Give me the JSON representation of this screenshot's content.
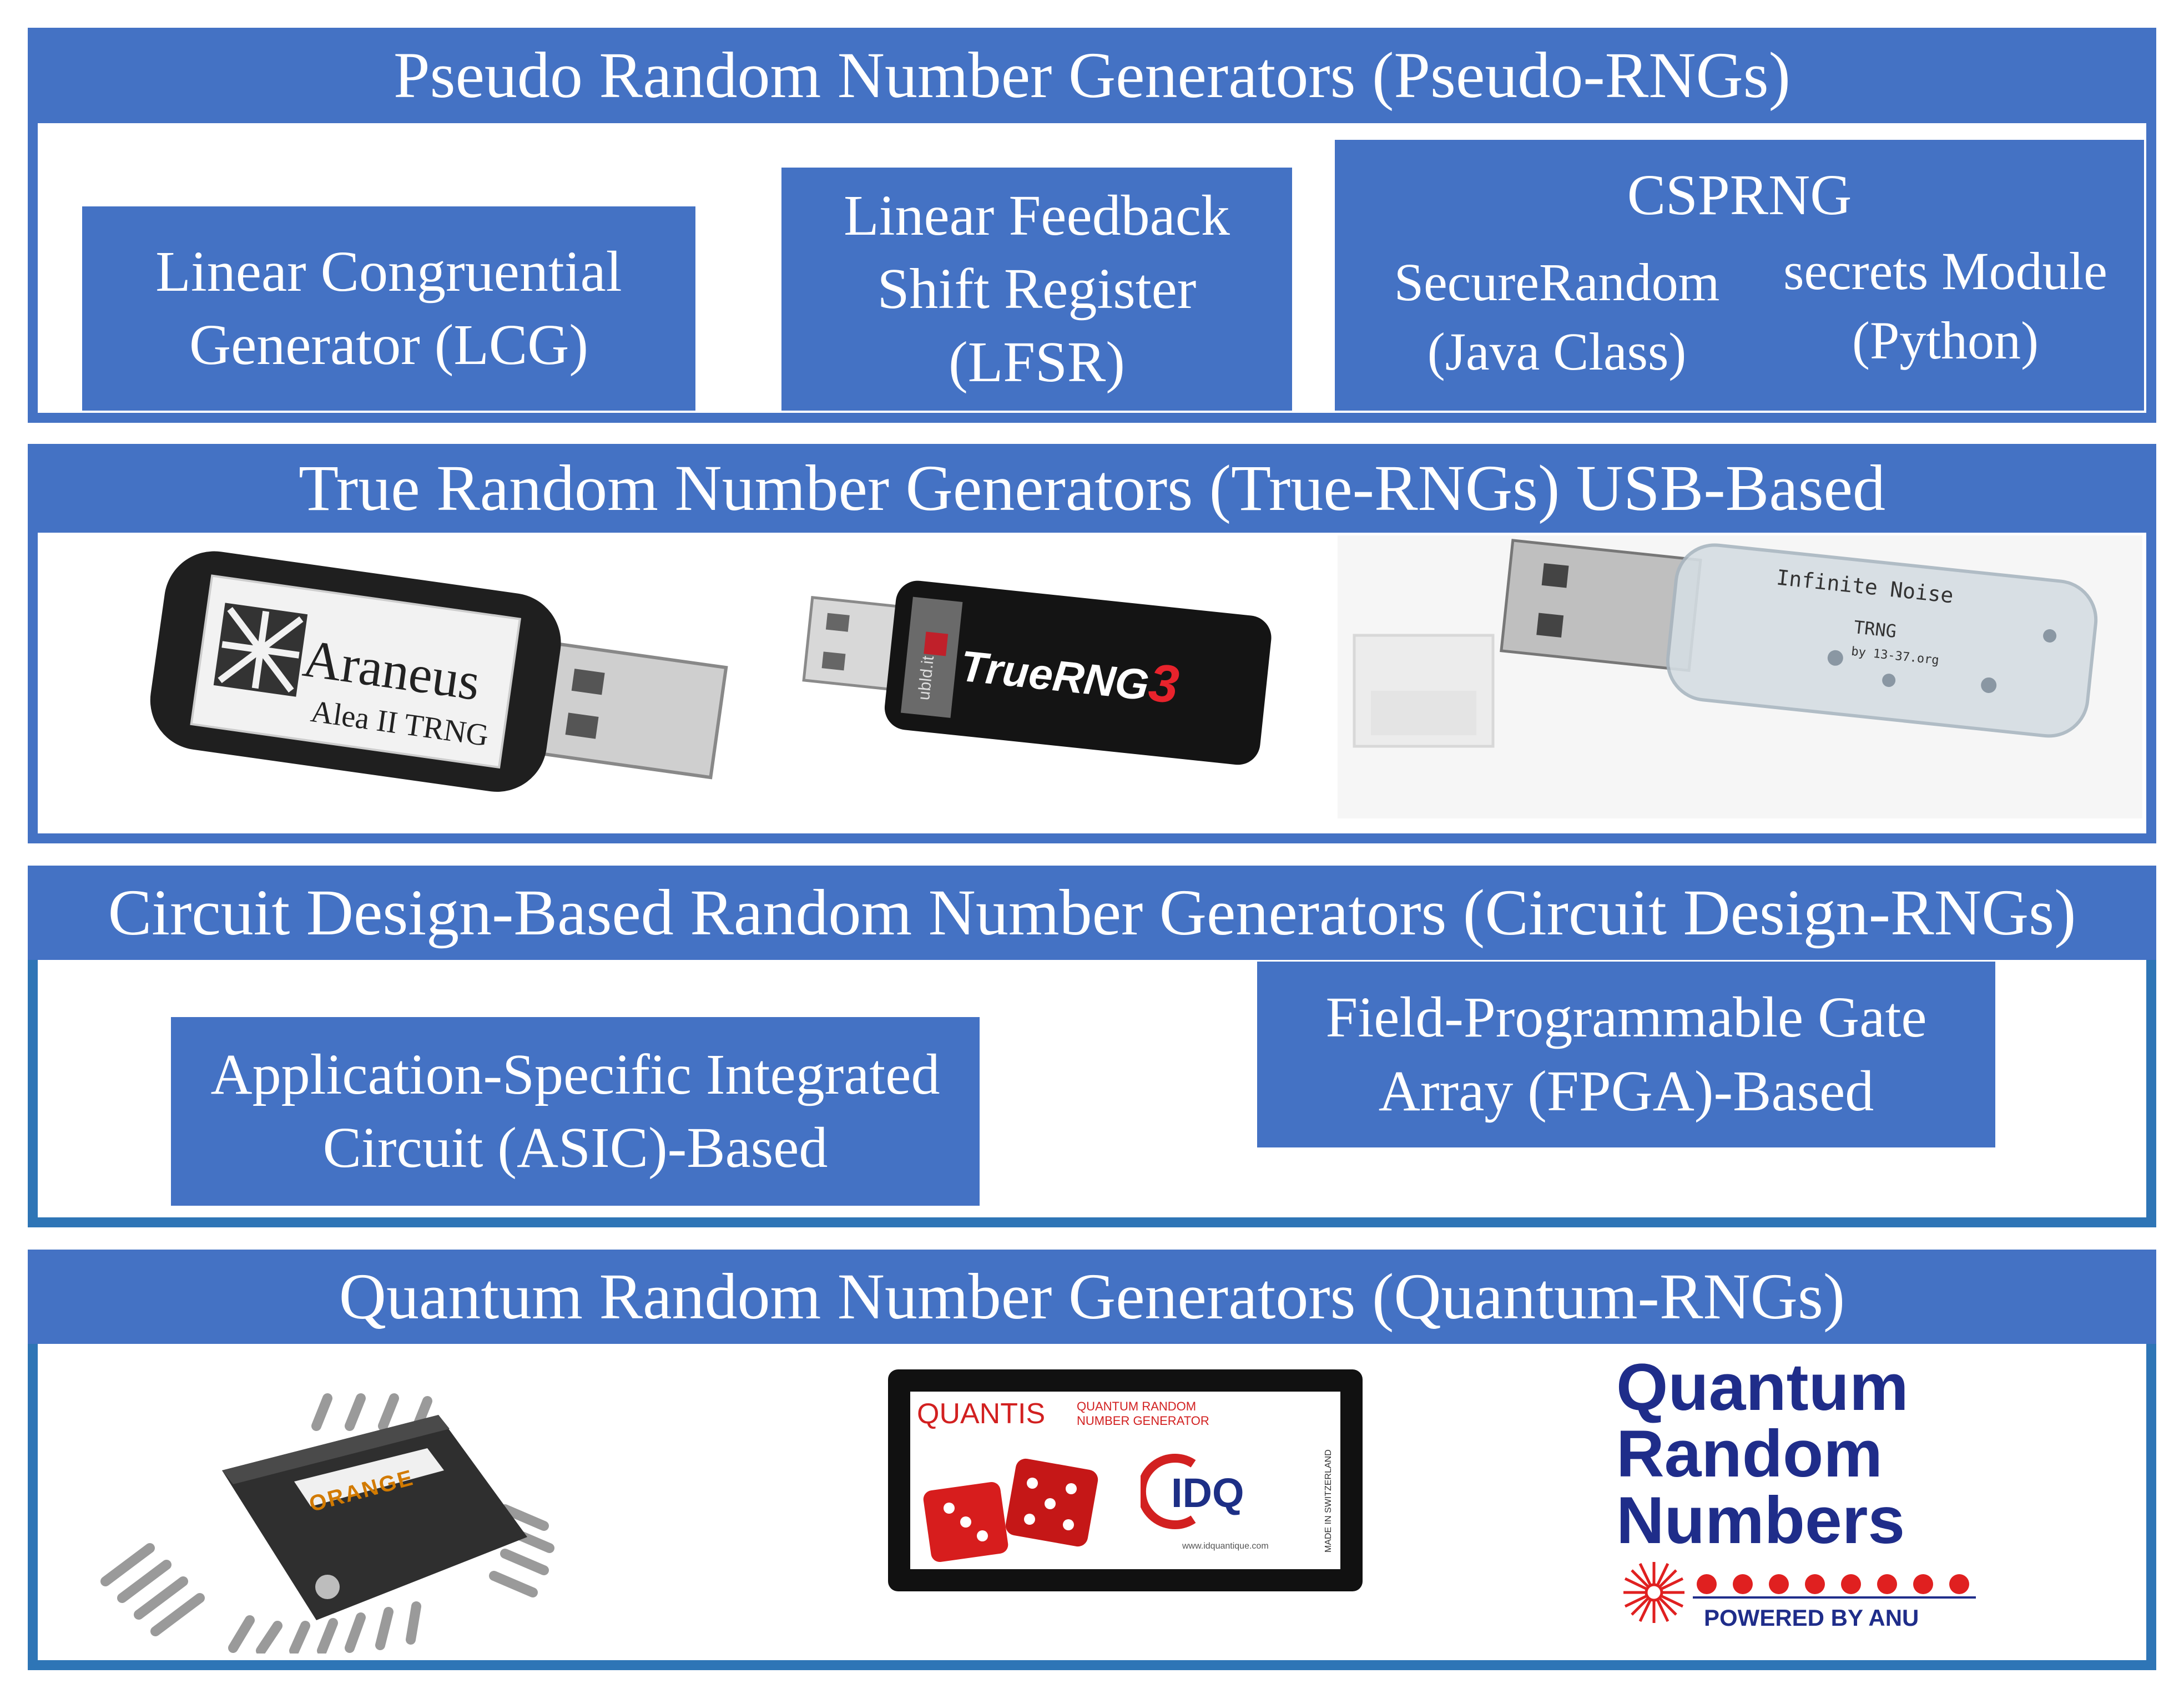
{
  "sections": {
    "pseudo": {
      "title": "Pseudo Random Number Generators (Pseudo-RNGs)",
      "lcg": {
        "line1": "Linear Congruential",
        "line2": "Generator (LCG)"
      },
      "lfsr": {
        "line1": "Linear Feedback",
        "line2": "Shift Register",
        "line3": "(LFSR)"
      },
      "csprng": {
        "title": "CSPRNG",
        "secure_random": {
          "line1": "SecureRandom",
          "line2": "(Java Class)"
        },
        "secrets": {
          "line1": "secrets Module",
          "line2": "(Python)"
        }
      }
    },
    "true": {
      "title": "True Random Number Generators (True-RNGs) USB-Based",
      "devices": {
        "araneus": {
          "brand": "Araneus",
          "model": "Alea II TRNG"
        },
        "truerng": {
          "maker": "ubld.it",
          "name": "TrueRNG",
          "version": "3"
        },
        "infinite_noise": {
          "line1": "Infinite Noise",
          "line2": "TRNG",
          "line3": "by 13-37.org"
        }
      }
    },
    "circuit": {
      "title": "Circuit Design-Based Random Number Generators (Circuit Design-RNGs)",
      "asic": {
        "line1": "Application-Specific Integrated",
        "line2": "Circuit (ASIC)-Based"
      },
      "fpga": {
        "line1": "Field-Programmable Gate",
        "line2": "Array (FPGA)-Based"
      }
    },
    "quantum": {
      "title": "Quantum Random Number Generators (Quantum-RNGs)",
      "chip_label": "ORANGE",
      "quantis": {
        "brand": "QUANTIS",
        "tag1": "QUANTUM RANDOM",
        "tag2": "NUMBER GENERATOR",
        "idq": "IDQ",
        "side": "MADE IN SWITZERLAND",
        "url": "www.idquantique.com"
      },
      "anu": {
        "line1": "Quantum",
        "line2": "Random",
        "line3": "Numbers",
        "powered": "POWERED BY ANU"
      }
    }
  },
  "colors": {
    "header_blue": "#4472c4",
    "border_blue": "#2e75b6",
    "anu_navy": "#1f2d8a",
    "anu_red": "#e02020"
  }
}
